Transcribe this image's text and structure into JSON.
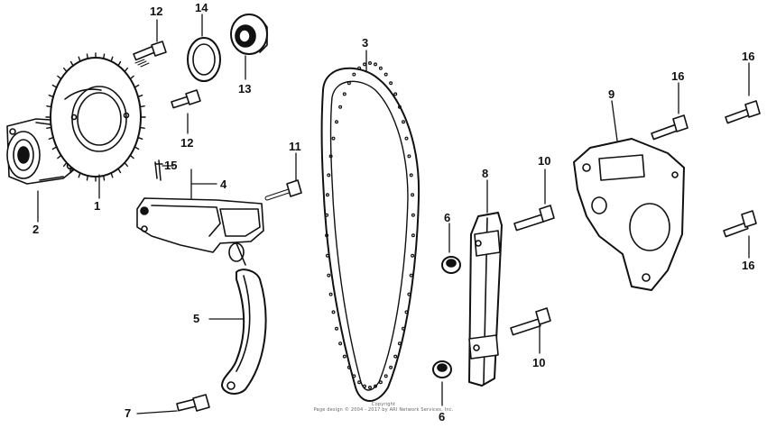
{
  "callouts": {
    "c1": "1",
    "c2": "2",
    "c3": "3",
    "c4": "4",
    "c5": "5",
    "c6a": "6",
    "c6b": "6",
    "c7": "7",
    "c8": "8",
    "c9": "9",
    "c10a": "10",
    "c10b": "10",
    "c11": "11",
    "c12a": "12",
    "c12b": "12",
    "c13": "13",
    "c14": "14",
    "c15": "15",
    "c16a": "16",
    "c16b": "16"
  },
  "footer": {
    "line1": "Copyright",
    "line2": "Page design © 2004 - 2017 by ARI Network Services, Inc."
  },
  "colors": {
    "ink": "#111111",
    "paper": "#ffffff"
  }
}
